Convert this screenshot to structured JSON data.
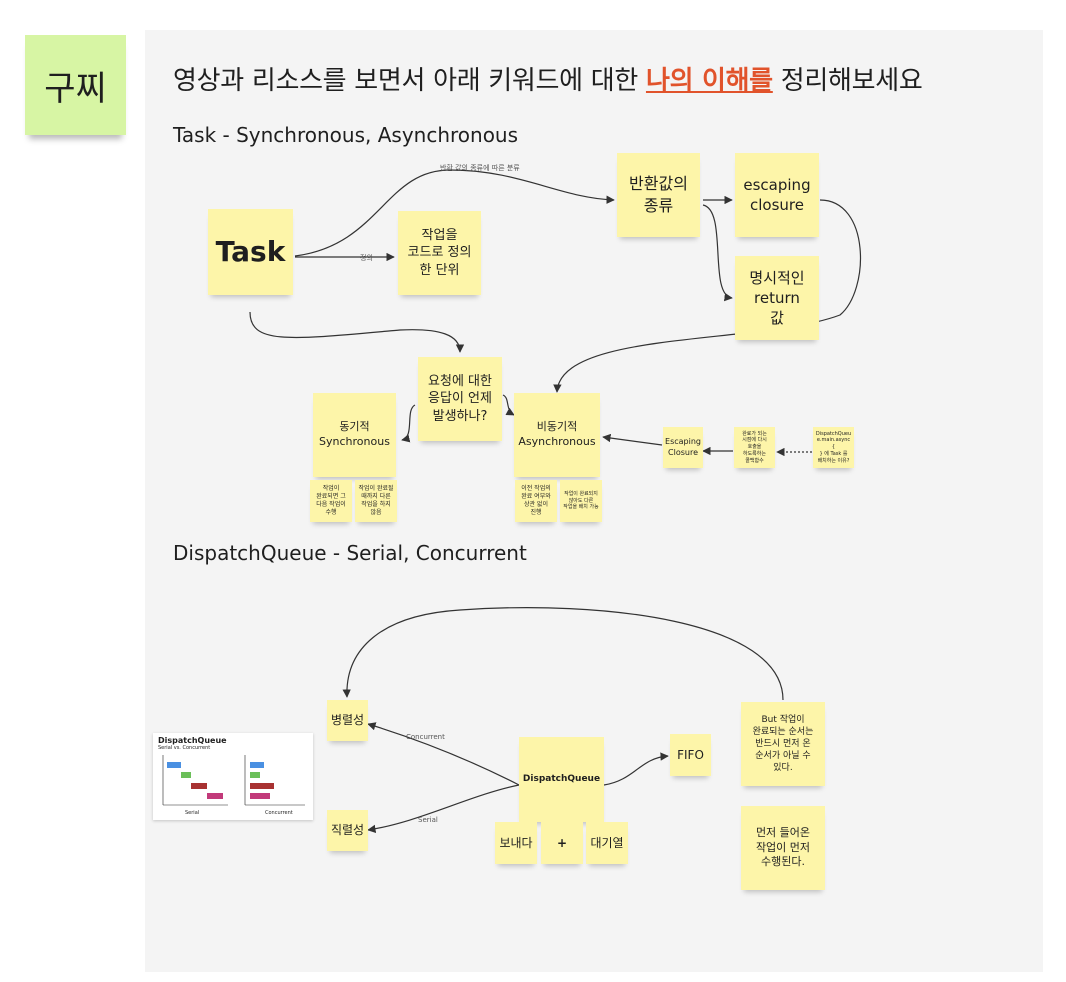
{
  "name_note": "구찌",
  "heading": {
    "prefix": "영상과 리소스를 보면서 아래 키워드에 대한 ",
    "highlight": "나의 이해를",
    "suffix": " 정리해보세요"
  },
  "section1_title": "Task - Synchronous, Asynchronous",
  "section2_title": "DispatchQueue - Serial, Concurrent",
  "notes": {
    "task": "Task",
    "task_def": "작업을\n코드로 정의\n한 단위",
    "return_kinds": "반환값의\n종류",
    "escaping_closure": "escaping\nclosure",
    "explicit_return": "명시적인\nreturn\n값",
    "when_response": "요청에 대한\n응답이 언제\n발생하나?",
    "sync": "동기적\nSynchronous",
    "async": "비동기적\nAsynchronous",
    "escaping_closure2": "Escaping\nClosure",
    "callback": "완료가 되는\n시점에 다시\n호출을\n하도록하는\n콜백함수",
    "dispatch_async": "DispatchQueu\ne.main.async {\n} 에 Task 를\n배치하는 이유?",
    "sync_detail1": "작업이\n완료되면 그\n다음 작업이\n수행",
    "sync_detail2": "작업이 완료될\n때까지 다른\n작업을 하지\n않음",
    "async_detail1": "이전 작업의\n완료 여부와\n상관 없이\n진행",
    "async_detail2": "작업이 완료되지\n않아도 다른\n작업을 배치 가능",
    "parallel": "병렬성",
    "serial_prop": "직렬성",
    "dispatch_queue": "DispatchQueue",
    "send": "보내다",
    "plus": "+",
    "queue": "대기열",
    "fifo": "FIFO",
    "but_order": "But 작업이\n완료되는 순서는\n반드시 먼저 온\n순서가 아닐 수\n있다.",
    "first_in": "먼저 들어온\n작업이 먼저\n수행된다."
  },
  "edge_labels": {
    "return_kind_by": "반환 값의 종류에 따른 분류",
    "definition": "정의",
    "concurrent": "Concurrent",
    "serial": "Serial"
  },
  "thumbnail": {
    "title": "DispatchQueue",
    "subtitle": "Serial vs. Concurrent",
    "left_label": "Serial",
    "right_label": "Concurrent",
    "bar_colors": [
      "#4a90e2",
      "#6bbf59",
      "#a83232",
      "#c23a7a"
    ]
  },
  "colors": {
    "sticky_yellow": "#fdf5a9",
    "sticky_green": "#d7f5a4",
    "highlight": "#e1532b",
    "board": "#f4f4f4"
  }
}
